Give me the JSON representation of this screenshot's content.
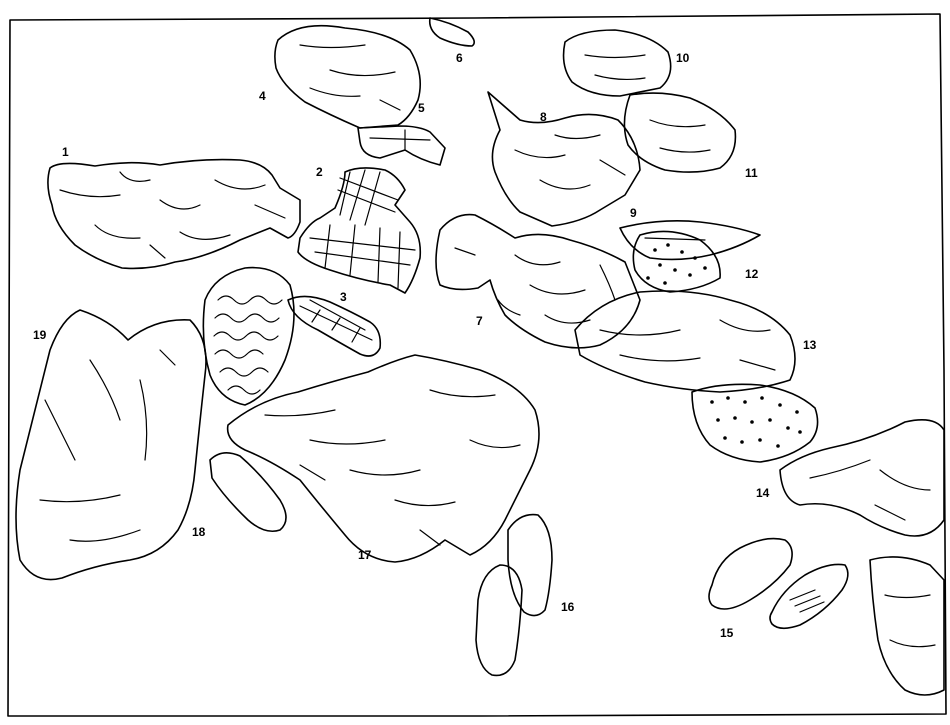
{
  "illustration": {
    "style": "black line drawing on white",
    "line_color": "#000000",
    "background_color": "#ffffff",
    "item_numbers": [
      "1",
      "2",
      "3",
      "4",
      "5",
      "6",
      "7",
      "8",
      "9",
      "10",
      "11",
      "12",
      "13",
      "14",
      "15",
      "16",
      "17",
      "18",
      "19"
    ]
  }
}
